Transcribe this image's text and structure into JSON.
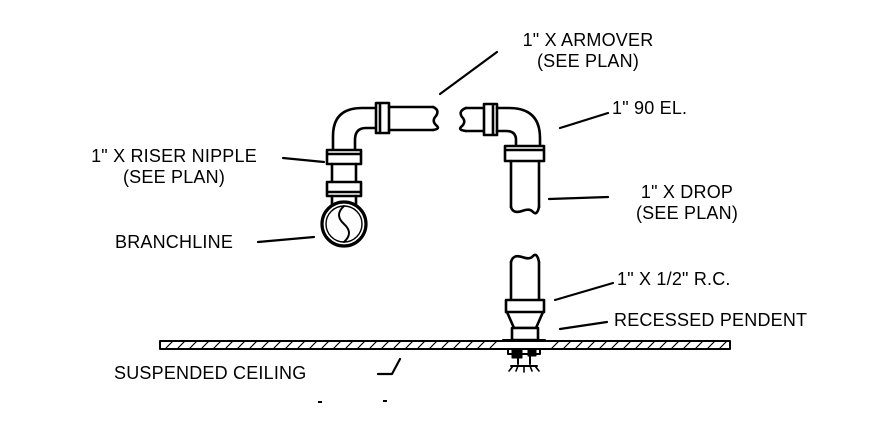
{
  "labels": {
    "armover_line1": "1\" X ARMOVER",
    "armover_line2": "(SEE PLAN)",
    "el90": "1\" 90 EL.",
    "riser_line1": "1\" X RISER NIPPLE",
    "riser_line2": "(SEE PLAN)",
    "drop_line1": "1\" X DROP",
    "drop_line2": "(SEE PLAN)",
    "branchline": "BRANCHLINE",
    "reducing_coupling": "1\" X 1/2\" R.C.",
    "recessed_pendent": "RECESSED PENDENT",
    "suspended_ceiling": "SUSPENDED CEILING"
  },
  "colors": {
    "line": "#000000",
    "background": "#ffffff"
  }
}
